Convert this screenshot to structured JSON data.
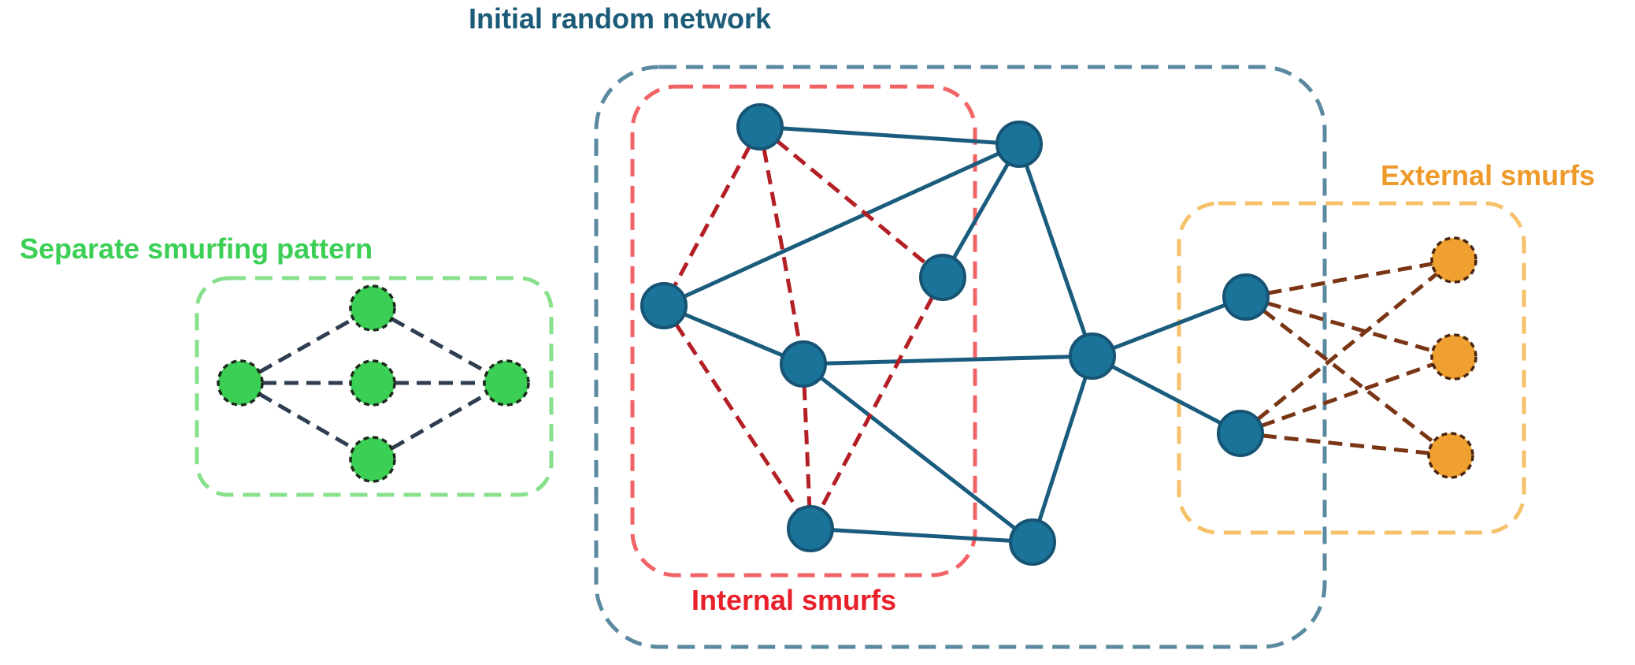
{
  "labels": {
    "initial_network": "Initial random network",
    "internal_smurfs": "Internal smurfs",
    "external_smurfs": "External smurfs",
    "separate_pattern": "Separate smurfing pattern"
  },
  "colors": {
    "network_box": "#5a8aa0",
    "internal_box": "#f26366",
    "external_box": "#f5c16b",
    "separate_box": "#86e08c",
    "network_node": "#1a7399",
    "network_node_stroke": "#175474",
    "network_edge": "#1a5c7e",
    "internal_edge": "#b41e25",
    "external_node": "#f0a030",
    "external_edge": "#7a3515",
    "separate_node": "#3ccf55",
    "separate_edge": "#2e3e50",
    "node_dashed_stroke": "#1c2a1c",
    "initial_label": "#1b5b78",
    "internal_label": "#e8202a",
    "external_label": "#ee9a2b",
    "separate_label": "#3ccf55"
  }
}
